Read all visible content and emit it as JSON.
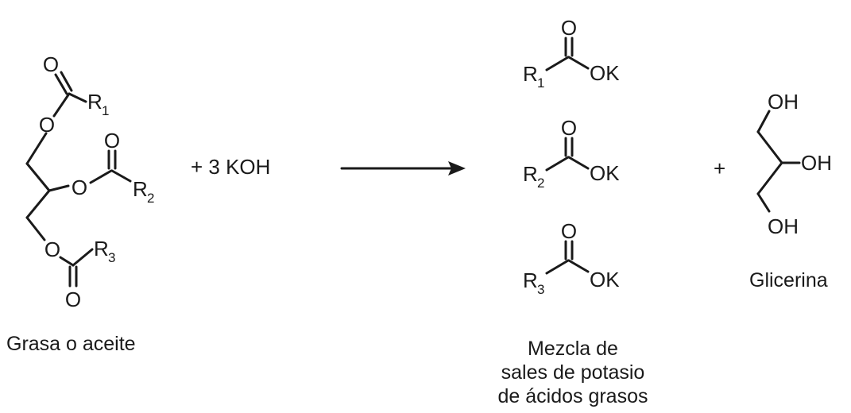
{
  "reactant": {
    "label": "Grasa o aceite",
    "atoms": {
      "O": "O",
      "R1_main": "R",
      "R1_sub": "1",
      "R2_main": "R",
      "R2_sub": "2",
      "R3_main": "R",
      "R3_sub": "3"
    }
  },
  "reagent": {
    "text": "+ 3 KOH"
  },
  "products": {
    "salts": [
      {
        "r": "R",
        "sub": "1",
        "o": "O",
        "ok": "OK"
      },
      {
        "r": "R",
        "sub": "2",
        "o": "O",
        "ok": "OK"
      },
      {
        "r": "R",
        "sub": "3",
        "o": "O",
        "ok": "OK"
      }
    ],
    "salts_label": [
      "Mezcla de",
      "sales de potasio",
      "de ácidos grasos"
    ],
    "plus": "+",
    "glycerol": {
      "oh": "OH",
      "label": "Glicerina"
    }
  }
}
